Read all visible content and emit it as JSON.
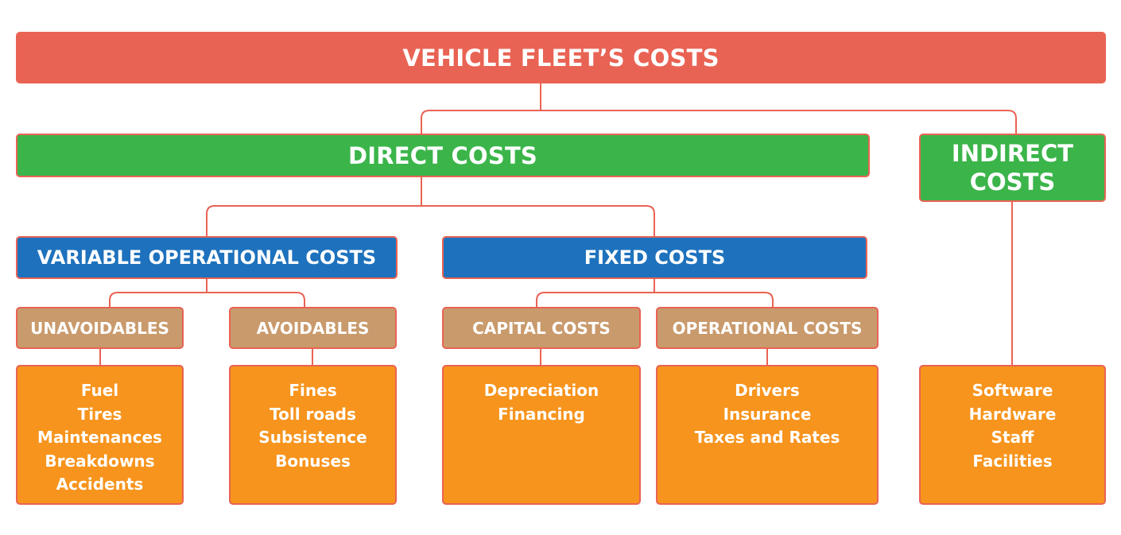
{
  "root": {
    "label": "VEHICLE FLEET’S COSTS"
  },
  "direct": {
    "label": "DIRECT COSTS"
  },
  "indirect": {
    "label_line1": "INDIRECT",
    "label_line2": "COSTS",
    "items": [
      "Software",
      "Hardware",
      "Staff",
      "Facilities"
    ]
  },
  "variable": {
    "label": "VARIABLE OPERATIONAL COSTS"
  },
  "fixed": {
    "label": "FIXED COSTS"
  },
  "unavoidables": {
    "label": "UNAVOIDABLES",
    "items": [
      "Fuel",
      "Tires",
      "Maintenances",
      "Breakdowns",
      "Accidents"
    ]
  },
  "avoidables": {
    "label": "AVOIDABLES",
    "items": [
      "Fines",
      "Toll roads",
      "Subsistence",
      "Bonuses"
    ]
  },
  "capital": {
    "label": "CAPITAL COSTS",
    "items": [
      "Depreciation",
      "Financing"
    ]
  },
  "operational": {
    "label": "OPERATIONAL COSTS",
    "items": [
      "Drivers",
      "Insurance",
      "Taxes and Rates"
    ]
  },
  "colors": {
    "root": "#e96354",
    "level1": "#3bb54a",
    "level2": "#1e72bd",
    "level3": "#c99a6c",
    "leaf": "#f7941d",
    "connector": "#e96354"
  }
}
